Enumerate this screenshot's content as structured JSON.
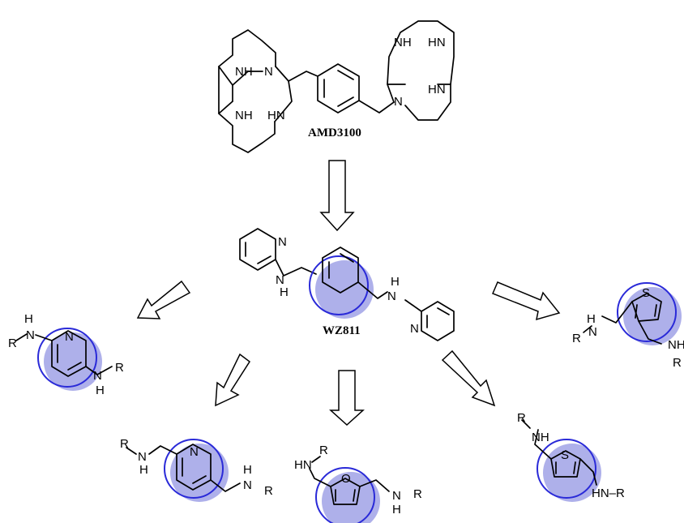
{
  "labels": {
    "amd3100": "AMD3100",
    "wz811": "WZ811"
  },
  "atoms": {
    "nh": "NH",
    "hn": "HN",
    "n": "N",
    "h": "H",
    "r": "R",
    "s": "S",
    "o": "O",
    "hn_r": "HN–R"
  },
  "colors": {
    "highlight_ring": "#2a2ad8",
    "highlight_shadow": "#aeb0ea",
    "bond": "#000000"
  }
}
